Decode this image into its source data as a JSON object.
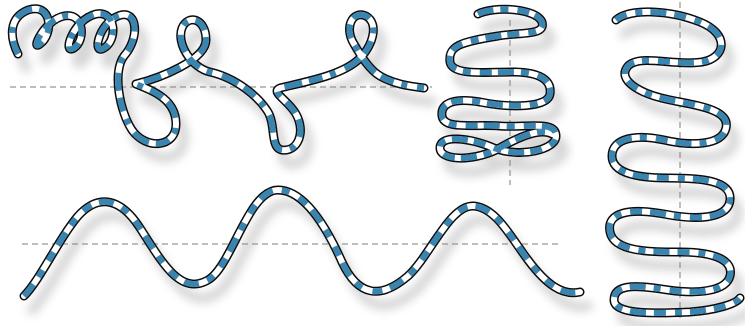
{
  "scene": {
    "background": "#ffffff",
    "colors": {
      "stripe_blue": "#3a85b0",
      "stripe_white": "#ffffff",
      "outline": "#0b0b0b",
      "guide": "#a9a9a9",
      "shadow": "#8a8a8a"
    },
    "objects": [
      {
        "name": "looped-ribbon"
      },
      {
        "name": "coiled-ribbon-stack"
      },
      {
        "name": "vertical-serpentine-ribbon"
      },
      {
        "name": "wavy-ribbon"
      }
    ]
  }
}
